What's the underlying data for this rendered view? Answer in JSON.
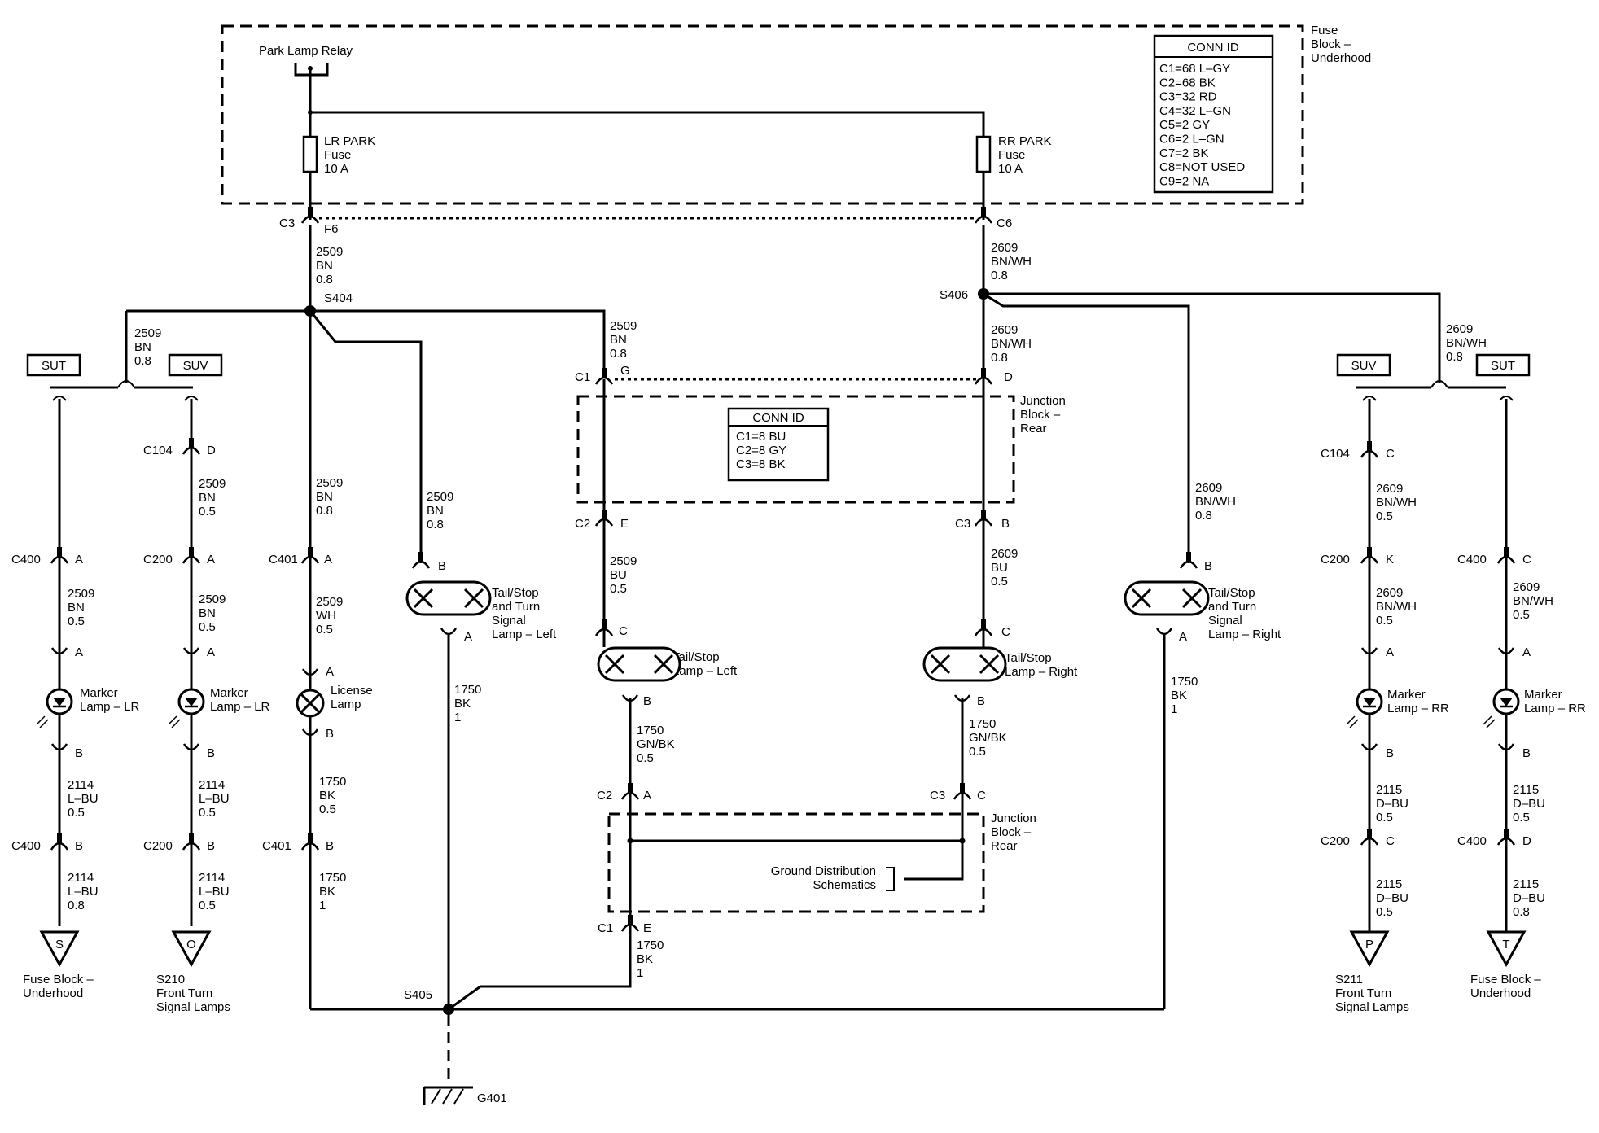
{
  "title": "",
  "fuse_block": {
    "label": [
      "Fuse",
      "Block –",
      "Underhood"
    ],
    "relay": "Park Lamp Relay",
    "fuse_left": [
      "LR PARK",
      "Fuse",
      "10 A"
    ],
    "fuse_right": [
      "RR PARK",
      "Fuse",
      "10 A"
    ],
    "conn_id_title": "CONN ID",
    "conn_ids": [
      "C1=68 L–GY",
      "C2=68 BK",
      "C3=32 RD",
      "C4=32 L–GN",
      "C5=2 GY",
      "C6=2 L–GN",
      "C7=2 BK",
      "C8=NOT USED",
      "C9=2 NA"
    ]
  },
  "junction_block": {
    "label": [
      "Junction",
      "Block –",
      "Rear"
    ],
    "conn_id_title": "CONN ID",
    "conn_ids": [
      "C1=8 BU",
      "C2=8 GY",
      "C3=8 BK"
    ],
    "ground_ref": [
      "Ground Distribution",
      "Schematics"
    ]
  },
  "splices": {
    "s404": "S404",
    "s406": "S406",
    "s405": "S405"
  },
  "ground": "G401",
  "variants": {
    "sut": "SUT",
    "suv": "SUV"
  },
  "connectors": {
    "c3_top": [
      "C3",
      "F6"
    ],
    "c6_top": "C6",
    "c1g": [
      "C1",
      "G"
    ],
    "c1d": "D",
    "c2e": [
      "C2",
      "E"
    ],
    "c3b": [
      "C3",
      "B"
    ],
    "c104d": [
      "C104",
      "D"
    ],
    "c104c": [
      "C104",
      "C"
    ],
    "c400a": [
      "C400",
      "A"
    ],
    "c200a": [
      "C200",
      "A"
    ],
    "c401a": [
      "C401",
      "A"
    ],
    "c400b": [
      "C400",
      "B"
    ],
    "c200b": [
      "C200",
      "B"
    ],
    "c401b": [
      "C401",
      "B"
    ],
    "c2a": [
      "C2",
      "A"
    ],
    "c3c": [
      "C3",
      "C"
    ],
    "c1e": [
      "C1",
      "E"
    ],
    "c200k": [
      "C200",
      "K"
    ],
    "c400c": [
      "C400",
      "C"
    ],
    "c200c": [
      "C200",
      "C"
    ],
    "c400d": [
      "C400",
      "D"
    ],
    "pin_a": "A",
    "pin_b": "B",
    "pin_c": "C"
  },
  "wires": {
    "w2509_bn_08": [
      "2509",
      "BN",
      "0.8"
    ],
    "w2509_bn_05": [
      "2509",
      "BN",
      "0.5"
    ],
    "w2509_wh_05": [
      "2509",
      "WH",
      "0.5"
    ],
    "w2609_bnwh_08": [
      "2609",
      "BN/WH",
      "0.8"
    ],
    "w2609_bnwh_05": [
      "2609",
      "BN/WH",
      "0.5"
    ],
    "w2509_bu_05": [
      "2509",
      "BU",
      "0.5"
    ],
    "w2609_bu_05": [
      "2609",
      "BU",
      "0.5"
    ],
    "w1750_bk_1": [
      "1750",
      "BK",
      "1"
    ],
    "w1750_bk_05": [
      "1750",
      "BK",
      "0.5"
    ],
    "w1750_gnbk_05": [
      "1750",
      "GN/BK",
      "0.5"
    ],
    "w2114_lbu_05": [
      "2114",
      "L–BU",
      "0.5"
    ],
    "w2114_lbu_08": [
      "2114",
      "L–BU",
      "0.8"
    ],
    "w2115_dbu_05": [
      "2115",
      "D–BU",
      "0.5"
    ],
    "w2115_dbu_08": [
      "2115",
      "D–BU",
      "0.8"
    ]
  },
  "lamps": {
    "marker_lr": [
      "Marker",
      "Lamp – LR"
    ],
    "marker_rr": [
      "Marker",
      "Lamp – RR"
    ],
    "license": [
      "License",
      "Lamp"
    ],
    "tail_turn_left": [
      "Tail/Stop",
      "and Turn",
      "Signal",
      "Lamp – Left"
    ],
    "tail_turn_right": [
      "Tail/Stop",
      "and Turn",
      "Signal",
      "Lamp – Right"
    ],
    "tail_stop_left": [
      "Tail/Stop",
      "Lamp – Left"
    ],
    "tail_stop_right": [
      "Tail/Stop",
      "Lamp – Right"
    ]
  },
  "offpage": {
    "s": {
      "letter": "S",
      "dest": [
        "Fuse Block –",
        "Underhood"
      ]
    },
    "o": {
      "letter": "O",
      "dest": [
        "S210",
        "Front Turn",
        "Signal Lamps"
      ]
    },
    "p": {
      "letter": "P",
      "dest": [
        "S211",
        "Front Turn",
        "Signal Lamps"
      ]
    },
    "t": {
      "letter": "T",
      "dest": [
        "Fuse Block –",
        "Underhood"
      ]
    }
  }
}
